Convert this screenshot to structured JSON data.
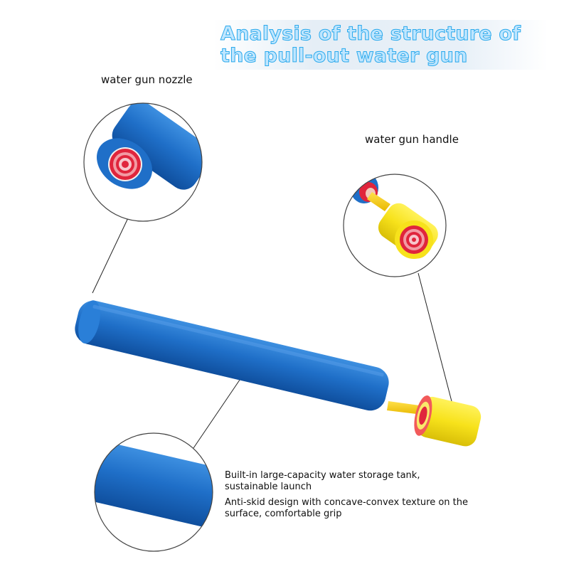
{
  "title": "Analysis of the structure of the pull-out water gun",
  "labels": {
    "nozzle": "water gun nozzle",
    "handle": "water gun handle"
  },
  "features": [
    "Built-in large-capacity water storage tank, sustainable launch",
    "Anti-skid design with concave-convex texture on the surface, comfortable grip"
  ],
  "colors": {
    "foam_blue": "#1f6fc8",
    "foam_yellow": "#f7e21b",
    "foam_red": "#e0253c",
    "title_fill": "#bfe6ff",
    "title_outline": "#2aa9ec"
  }
}
